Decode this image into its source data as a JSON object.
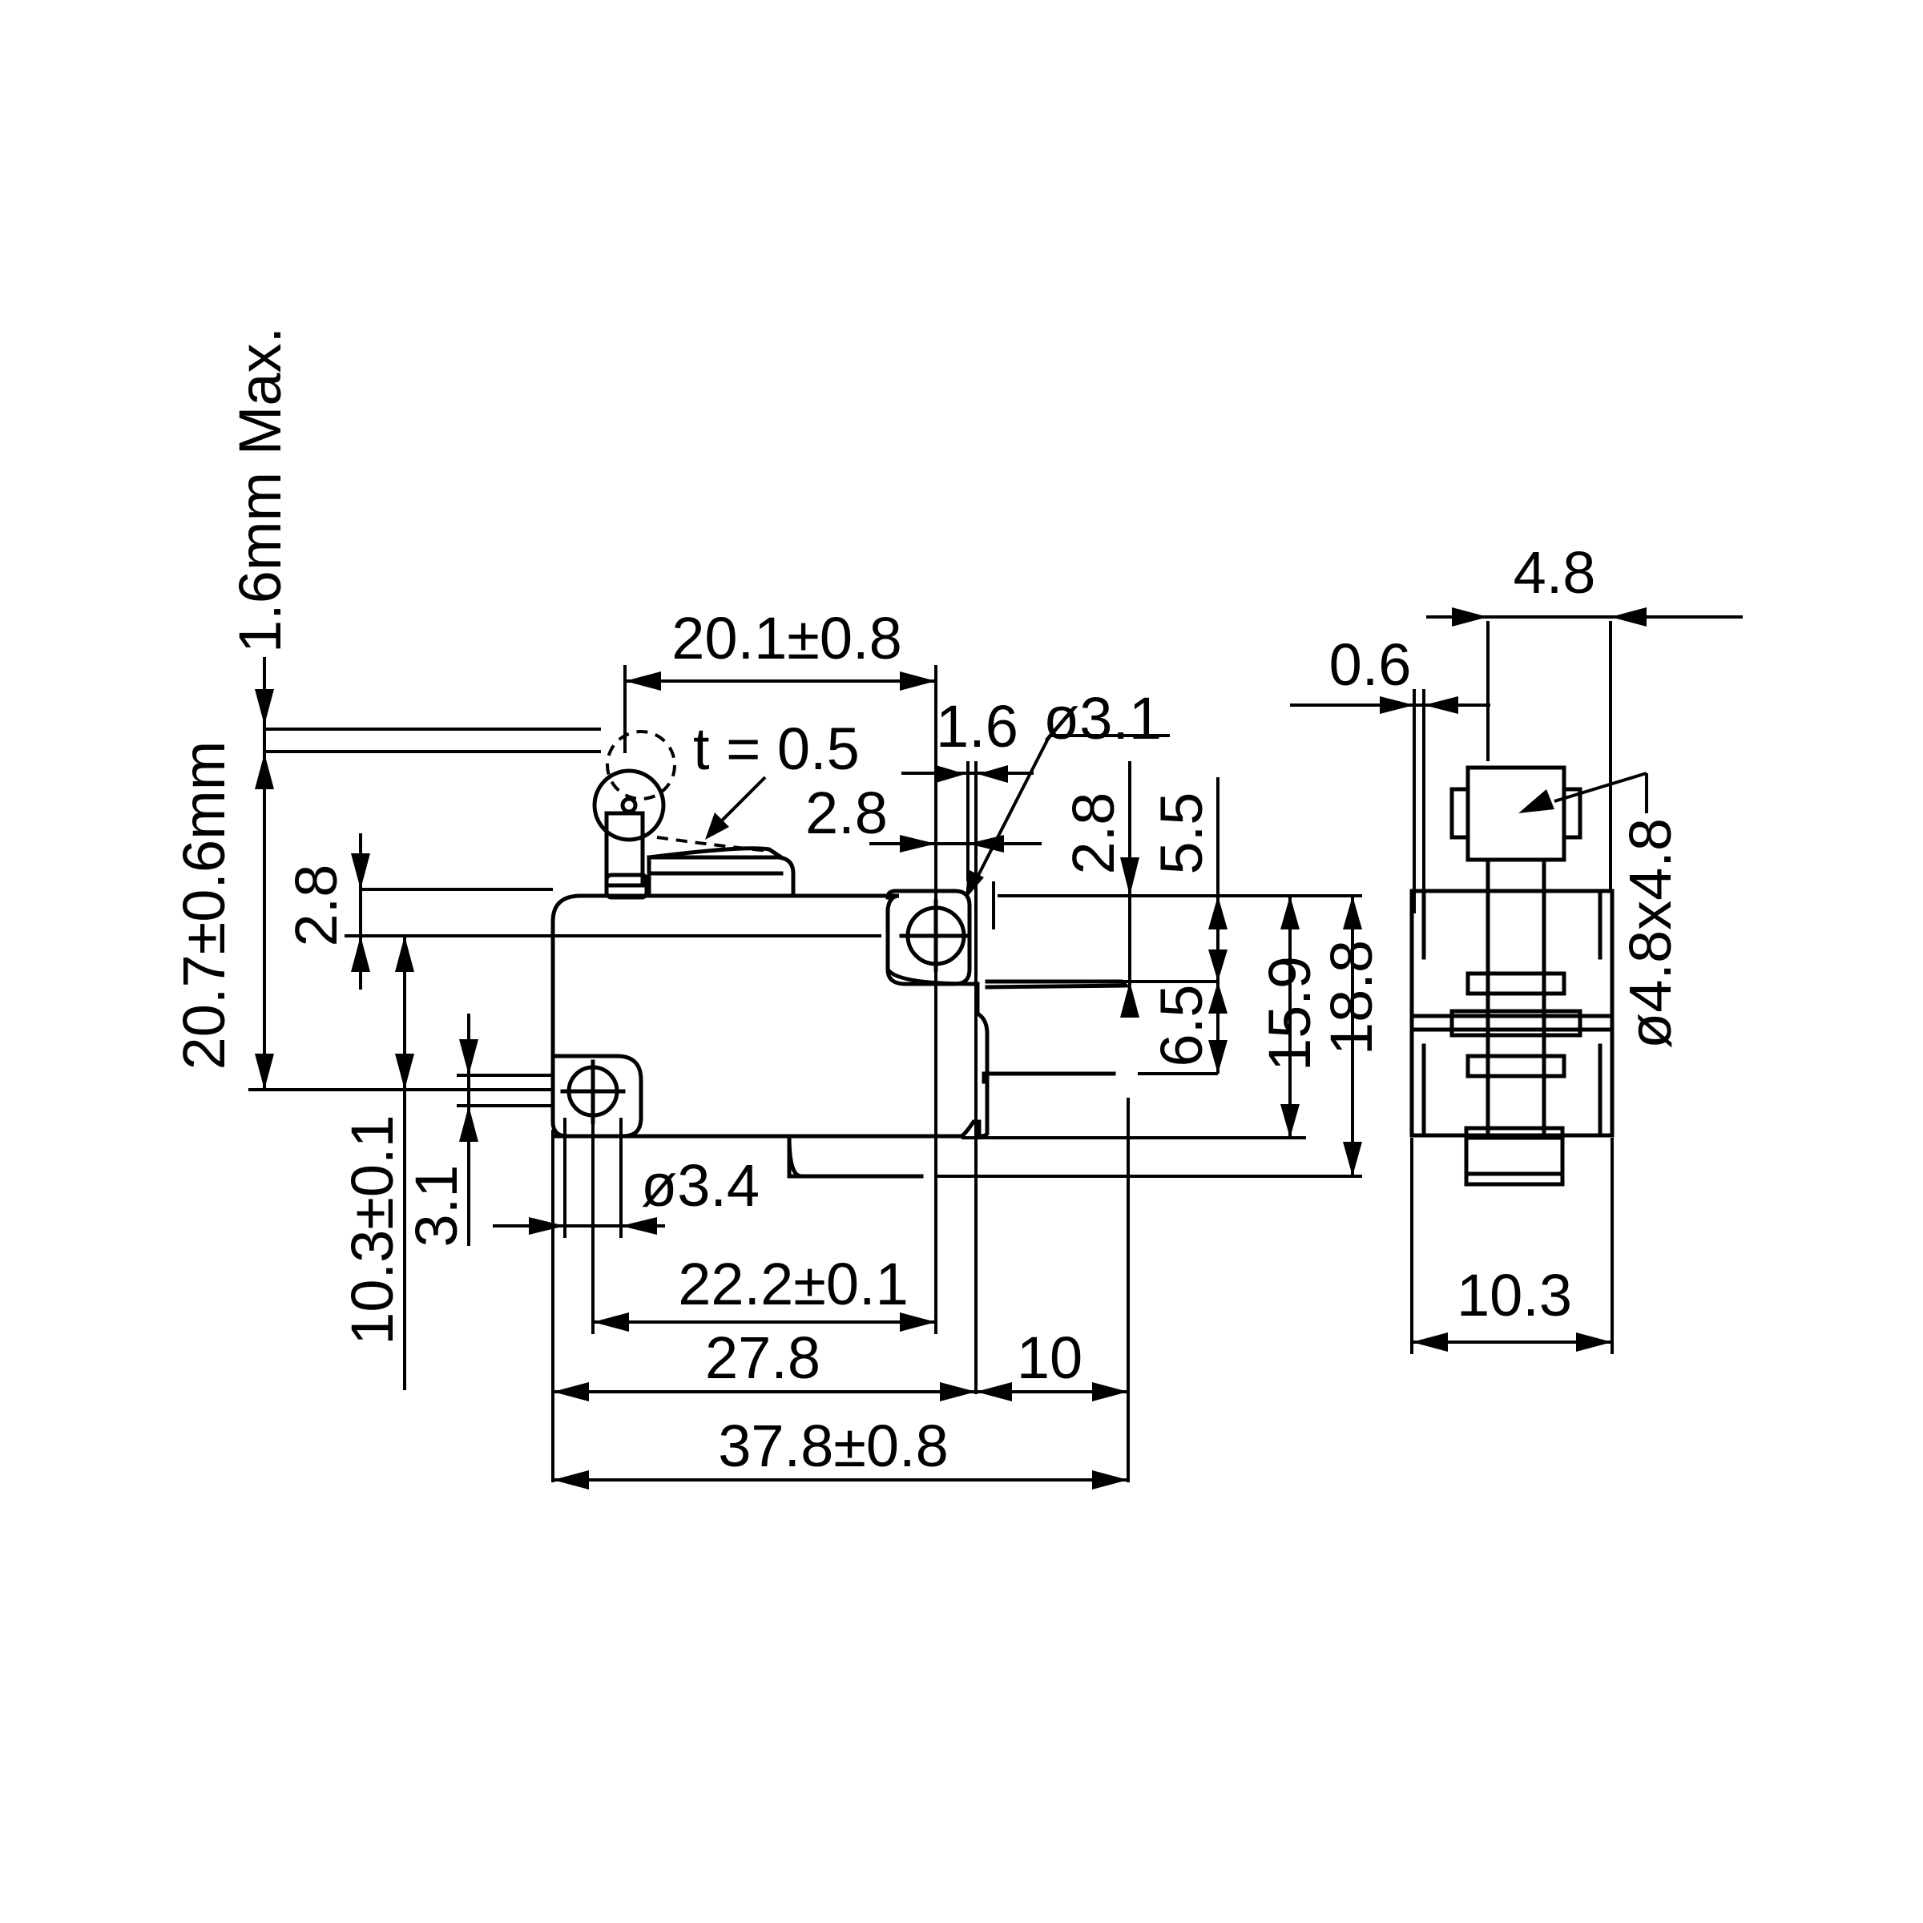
{
  "dimensions": {
    "lever_tolerance": "1.6mm Max.",
    "free_height": "20.7±0.6mm",
    "roller_pos": "20.1±0.8",
    "lever_thickness": "t = 0.5",
    "terminal_width": "1.6",
    "hole_dia_top": "ø3.1",
    "top_hole_offset_x": "2.8",
    "top_hole_offset_y": "2.8",
    "terminal_pitch_top": "5.5",
    "terminal_pitch": "6.5",
    "terminal_span": "15.9",
    "overall_height": "18.8",
    "body_top_offset": "2.8",
    "bottom_hole_offset": "3.1",
    "hole_spacing_v": "10.3±0.1",
    "hole_dia_bottom": "ø3.4",
    "hole_spacing_h": "22.2±0.1",
    "body_length": "27.8",
    "terminal_length": "10",
    "overall_length": "37.8±0.8",
    "plunger_width": "4.8",
    "lever_gap": "0.6",
    "plunger_size": "ø4.8x4.8",
    "body_width": "10.3"
  }
}
